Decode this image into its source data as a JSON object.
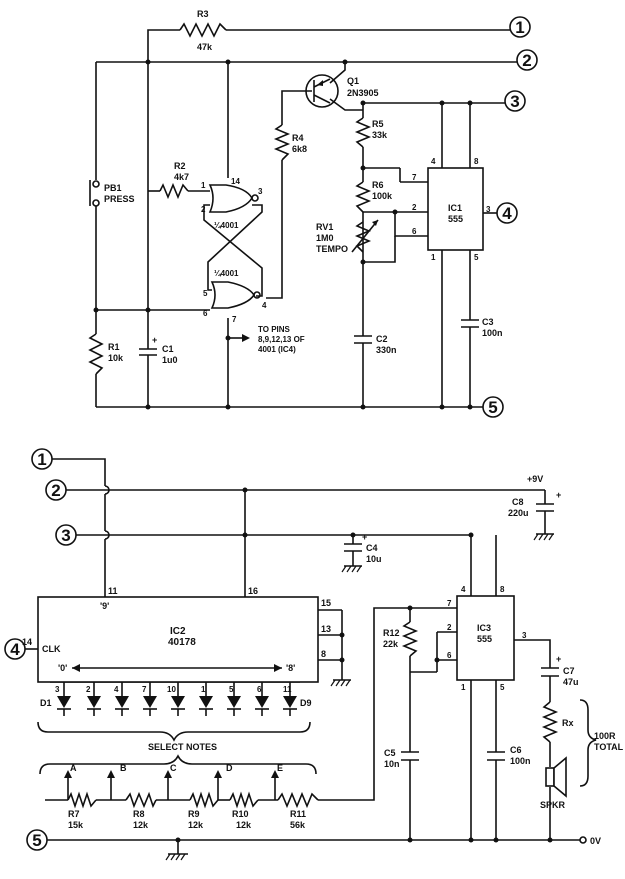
{
  "nodes": [
    "1",
    "2",
    "3",
    "4",
    "5"
  ],
  "top": {
    "r3": {
      "name": "R3",
      "value": "47k"
    },
    "q1": {
      "name": "Q1",
      "value": "2N3905"
    },
    "pb1": {
      "name": "PB1",
      "value": "PRESS"
    },
    "r2": {
      "name": "R2",
      "value": "4k7"
    },
    "r4": {
      "name": "R4",
      "value": "6k8"
    },
    "r5": {
      "name": "R5",
      "value": "33k"
    },
    "r6": {
      "name": "R6",
      "value": "100k"
    },
    "rv1": {
      "name": "RV1",
      "value": "1M0",
      "note": "TEMPO"
    },
    "r1": {
      "name": "R1",
      "value": "10k"
    },
    "c1": {
      "name": "C1",
      "value": "1u0"
    },
    "c2": {
      "name": "C2",
      "value": "330n"
    },
    "c3": {
      "name": "C3",
      "value": "100n"
    },
    "ic1": {
      "name": "IC1",
      "value": "555"
    },
    "gate": "¼4001",
    "to_pins": [
      "TO PINS",
      "8,9,12,13 OF",
      "4001 (IC4)"
    ],
    "pins": {
      "g1_1": "1",
      "g1_2": "2",
      "g1_3": "3",
      "g1_14": "14",
      "g2_5": "5",
      "g2_6": "6",
      "g2_4": "4",
      "g2_7": "7",
      "ic1_4": "4",
      "ic1_8": "8",
      "ic1_7": "7",
      "ic1_2": "2",
      "ic1_6": "6",
      "ic1_1": "1",
      "ic1_5": "5",
      "ic1_3": "3"
    },
    "plus": "+"
  },
  "bottom": {
    "supply": "+9V",
    "zero": "0V",
    "c8": {
      "name": "C8",
      "value": "220u"
    },
    "c4": {
      "name": "C4",
      "value": "10u"
    },
    "ic2": {
      "name": "IC2",
      "value": "40178",
      "clk": "CLK"
    },
    "ic2_q9": "'9'",
    "ic2_q0": "'0'",
    "ic2_q8": "'8'",
    "ic2_pins": {
      "p11": "11",
      "p16": "16",
      "p15": "15",
      "p14": "14",
      "p13": "13",
      "p8": "8"
    },
    "diode_pins": [
      "3",
      "2",
      "4",
      "7",
      "10",
      "1",
      "5",
      "6",
      "11"
    ],
    "d1": "D1",
    "d9": "D9",
    "select": "SELECT NOTES",
    "taps": [
      "A",
      "B",
      "C",
      "D",
      "E"
    ],
    "r7": {
      "name": "R7",
      "value": "15k"
    },
    "r8": {
      "name": "R8",
      "value": "12k"
    },
    "r9": {
      "name": "R9",
      "value": "12k"
    },
    "r10": {
      "name": "R10",
      "value": "12k"
    },
    "r11": {
      "name": "R11",
      "value": "56k"
    },
    "r12": {
      "name": "R12",
      "value": "22k"
    },
    "c5": {
      "name": "C5",
      "value": "10n"
    },
    "c6": {
      "name": "C6",
      "value": "100n"
    },
    "c7": {
      "name": "C7",
      "value": "47u"
    },
    "ic3": {
      "name": "IC3",
      "value": "555"
    },
    "ic3_pins": {
      "p4": "4",
      "p8": "8",
      "p7": "7",
      "p2": "2",
      "p6": "6",
      "p3": "3",
      "p1": "1",
      "p5": "5"
    },
    "rx": "Rx",
    "total": [
      "100R",
      "TOTAL"
    ],
    "spkr": "SPKR",
    "plus": "+"
  }
}
